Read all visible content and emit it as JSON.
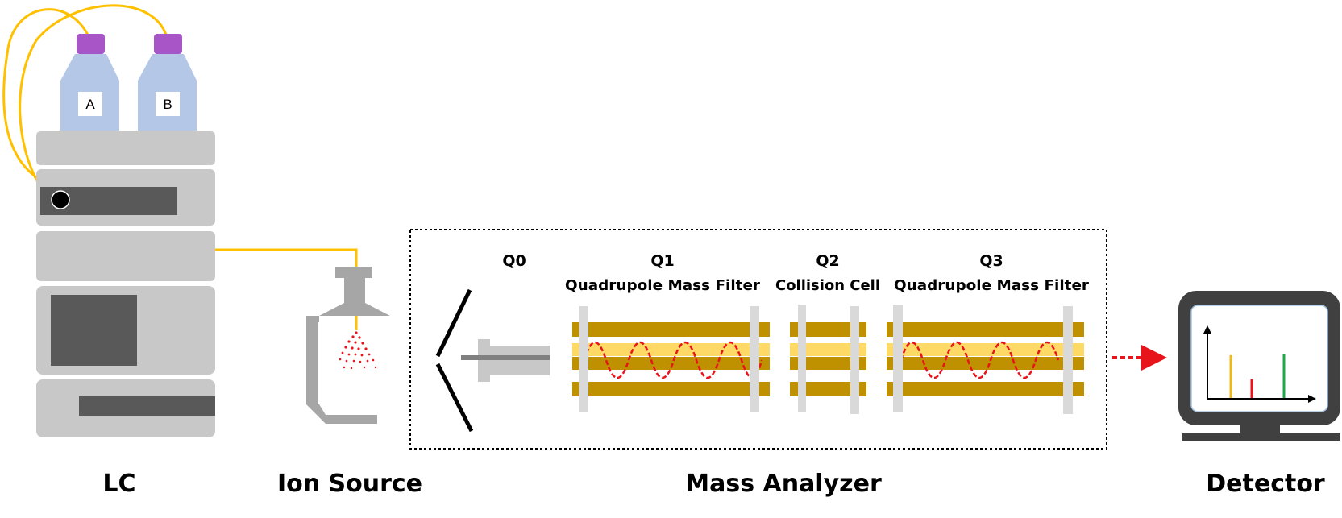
{
  "bottles": [
    {
      "label": "A"
    },
    {
      "label": "B"
    }
  ],
  "stages": {
    "q0": {
      "name": "Q0"
    },
    "q1": {
      "name": "Q1",
      "desc": "Quadrupole Mass Filter"
    },
    "q2": {
      "name": "Q2",
      "desc": "Collision Cell"
    },
    "q3": {
      "name": "Q3",
      "desc": "Quadrupole Mass Filter"
    }
  },
  "sections": {
    "lc": "LC",
    "ion_source": "Ion Source",
    "mass_analyzer": "Mass Analyzer",
    "detector": "Detector"
  },
  "colors": {
    "tube": "#FFC000",
    "bottle": "#B4C7E7",
    "cap": "#A855C8",
    "module": "#C8C8C8",
    "panel": "#595959",
    "rod": "#BF9000",
    "rod_light": "#FFD966",
    "ion_path": "#E8141B",
    "monitor": "#404040",
    "peak_yellow": "#F2B61D",
    "peak_red": "#E8141B",
    "peak_green": "#1EA84B"
  },
  "spectrum_peaks": [
    {
      "color": "yellow",
      "rel_height": 0.59
    },
    {
      "color": "red",
      "rel_height": 0.26
    },
    {
      "color": "green",
      "rel_height": 0.6
    }
  ]
}
